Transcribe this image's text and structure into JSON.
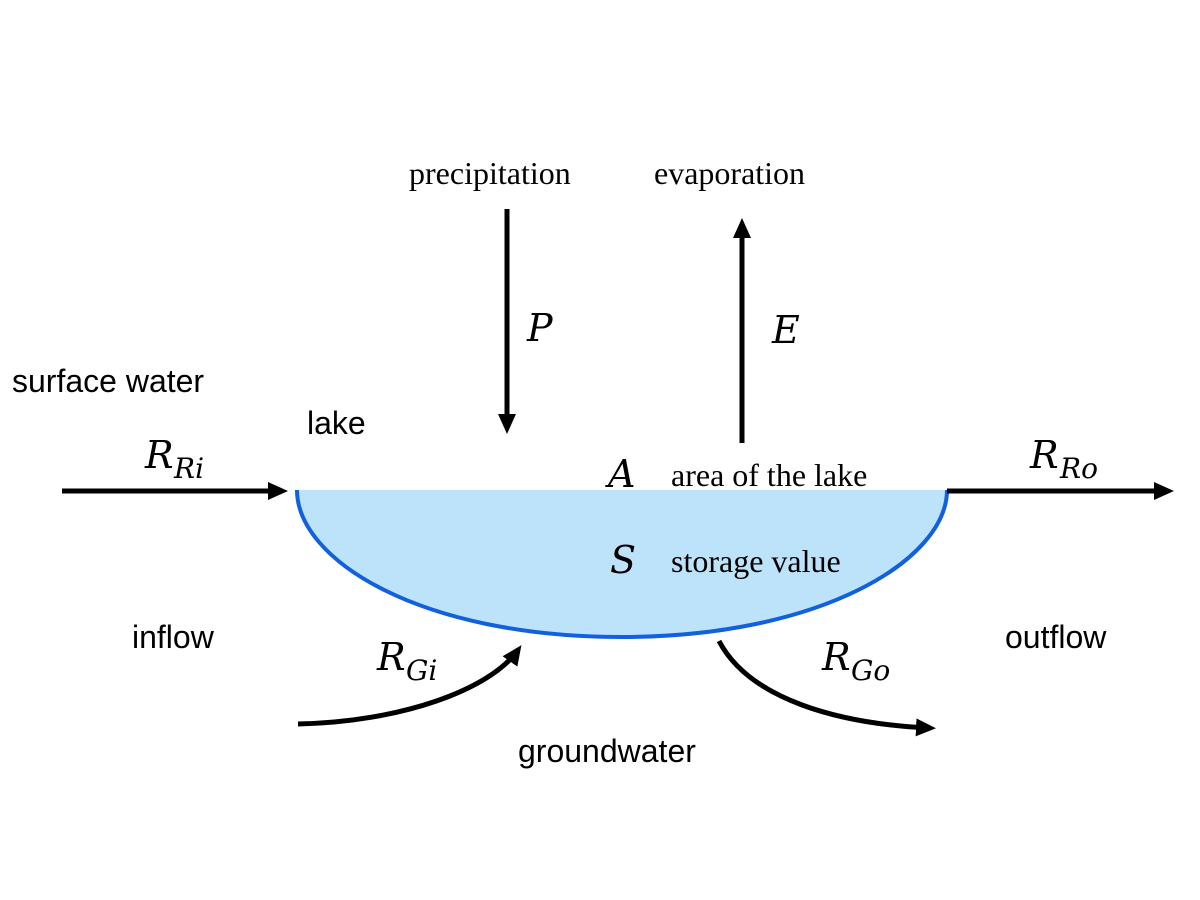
{
  "colors": {
    "lake_fill": "#bde3fa",
    "lake_outline": "#1060e0",
    "arrow": "#000000"
  },
  "labels": {
    "precipitation": "precipitation",
    "evaporation": "evaporation",
    "surface_water": "surface water",
    "lake": "lake",
    "inflow": "inflow",
    "outflow": "outflow",
    "groundwater": "groundwater",
    "area_desc": "area of the lake",
    "storage_desc": "storage value"
  },
  "symbols": {
    "P": "P",
    "E": "E",
    "A": "A",
    "S": "S",
    "R_Ri": {
      "main": "R",
      "sub": "Ri"
    },
    "R_Ro": {
      "main": "R",
      "sub": "Ro"
    },
    "R_Gi": {
      "main": "R",
      "sub": "Gi"
    },
    "R_Go": {
      "main": "R",
      "sub": "Go"
    }
  }
}
